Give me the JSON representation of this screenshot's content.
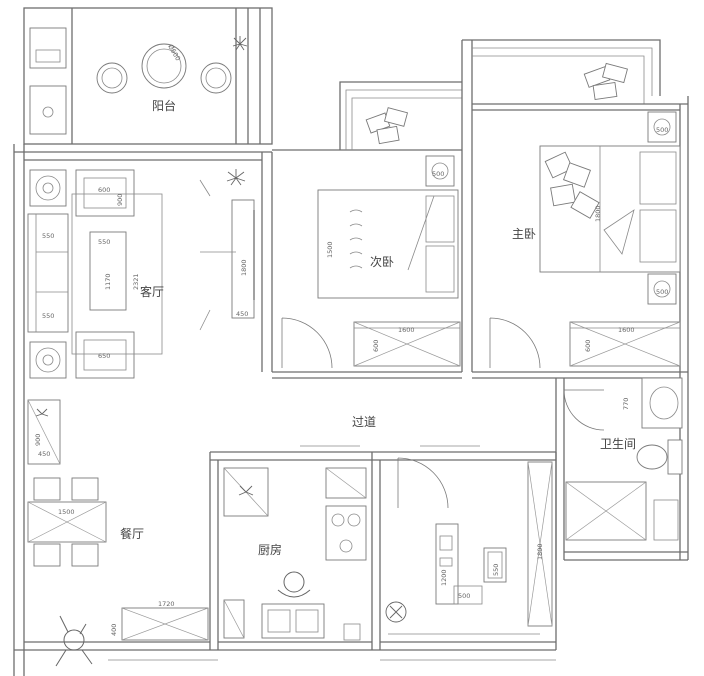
{
  "rooms": {
    "balcony": "阳台",
    "living": "客厅",
    "second_bedroom": "次卧",
    "master_bedroom": "主卧",
    "corridor": "过道",
    "bathroom": "卫生间",
    "dining": "餐厅",
    "kitchen": "厨房"
  },
  "dims": {
    "round_table": "Ø600",
    "sofa_len": "2321",
    "coffee_w": "550",
    "coffee_len": "1170",
    "side_a": "550",
    "side_b": "550",
    "side_c": "650",
    "armchair_w": "600",
    "armchair_top": "900",
    "tv_w": "1800",
    "tv_h": "450",
    "bed2_len": "1500",
    "bed2_nightstand": "500",
    "wardrobe2": "1600",
    "wardrobe2_depth": "600",
    "bed1_len": "1800",
    "master_night_top": "500",
    "master_night_bot": "500",
    "wardrobe1": "1600",
    "wardrobe1_depth": "600",
    "basin": "770",
    "shoe_cab": "900",
    "shoe_cab_depth": "450",
    "dining_table": "1500",
    "sideboard": "1720",
    "sideboard_depth": "400",
    "desk": "1200",
    "desk_chair": "550",
    "bookcase": "1800",
    "study_small": "500"
  }
}
